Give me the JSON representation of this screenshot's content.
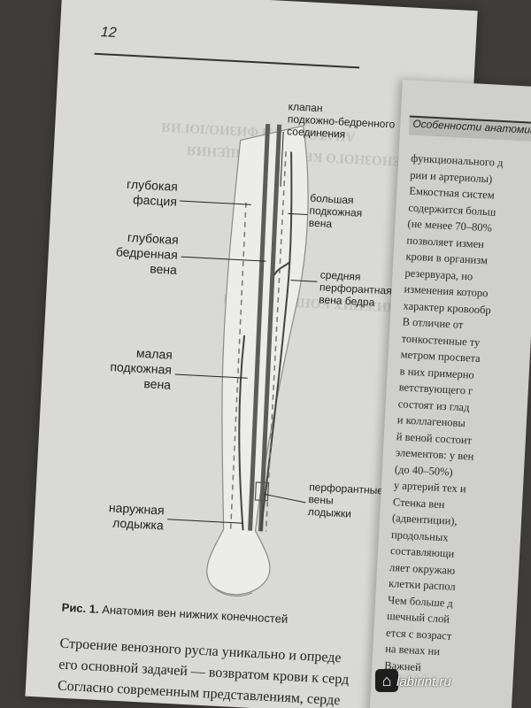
{
  "page_number": "12",
  "running_head": "Особенности анатомии",
  "figure": {
    "caption_prefix": "Рис. 1.",
    "caption_text": "Анатомия вен нижних конечностей",
    "labels": {
      "valve": "клапан\nподкожно-бедренного\nсоединения",
      "deep_fascia": "глубокая\nфасция",
      "deep_femoral_vein": "глубокая\nбедренная\nвена",
      "great_saphenous": "большая\nподкожная\nвена",
      "middle_perforating": "средняя\nперфорантная\nвена бедра",
      "small_saphenous": "малая\nподкожная\nвена",
      "ankle_perforating": "перфорантные\nвены\nлодыжки",
      "lateral_ankle": "наружная\nлодыжка"
    }
  },
  "body_lines": [
    "Строение венозного русла уникально и опреде",
    "его основной задачей — возвратом крови к серд",
    "Согласно современным представлениям, серде"
  ],
  "right_column_lines": [
    "функционального д",
    "рии и артериолы)",
    "Емкостная систем",
    "содержится больш",
    "(не менее 70–80%",
    "позволяет измен",
    "крови в организм",
    "резервуара, но",
    "изменения которо",
    "характер кровообр",
    "В отличие от",
    "тонкостенные ту",
    "метром просвета",
    "в них примерно",
    "ветствующего г",
    "состоят из глад",
    "и коллагеновы",
    "й веной состоит",
    "элементов: у вен",
    "(до 40–50%)",
    "у артерий тех и",
    "Стенка вен",
    "(адвентиции),",
    "продольных",
    "составляющи",
    "ляет окружаю",
    "клетки распол",
    "Чем больше д",
    "шечный слой",
    "ется с возраст",
    "на венах ни",
    "Важней"
  ],
  "watermark": "labirint.ru"
}
